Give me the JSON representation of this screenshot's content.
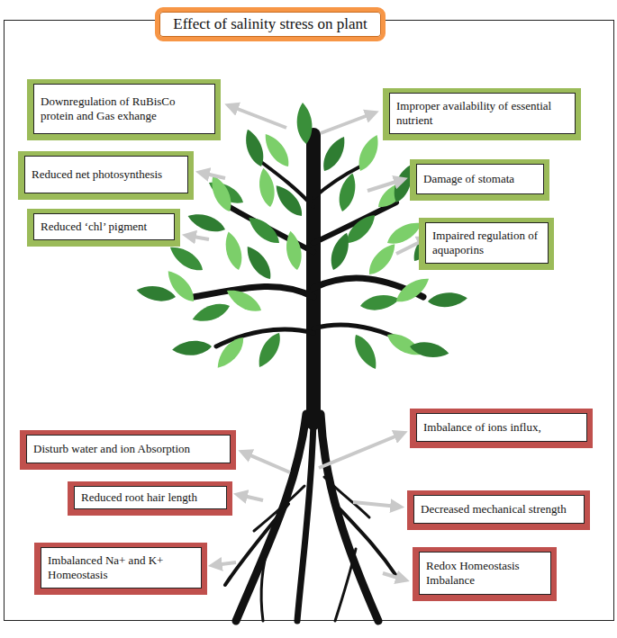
{
  "diagram": {
    "title": "Effect of salinity stress on plant",
    "nodes": [
      {
        "text": [
          "Downregulation of RuBisCo protein and Gas exhange"
        ]
      },
      {
        "text": [
          "Improper availability of essential nutrient"
        ]
      },
      {
        "text": [
          "Reduced net photosynthesis"
        ]
      },
      {
        "text": [
          "Damage of stomata"
        ]
      },
      {
        "text": [
          "Reduced ‘chl’ pigment"
        ]
      },
      {
        "text": [
          "Impaired regulation of aquaporins"
        ]
      },
      {
        "text": [
          "Disturb water and ion Absorption"
        ]
      },
      {
        "text": [
          "Imbalance of ions influx,"
        ]
      },
      {
        "text": [
          "Reduced root hair length"
        ]
      },
      {
        "text": [
          "Decreased mechanical strength"
        ]
      },
      {
        "text": [
          "Imbalanced Na+ and K+ Homeostasis"
        ]
      },
      {
        "text": [
          "Redox Homeostasis Imbalance"
        ]
      }
    ]
  }
}
